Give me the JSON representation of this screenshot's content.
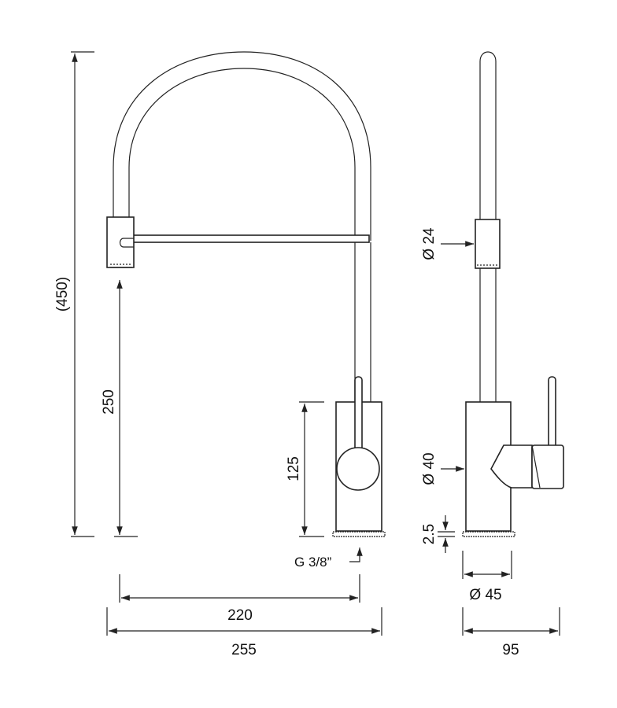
{
  "front_view": {
    "dim_total_height": "(450)",
    "dim_spout_height": "250",
    "dim_body_height": "125",
    "dim_reach": "220",
    "dim_total_depth": "255",
    "connection_label": "G 3/8”"
  },
  "side_view": {
    "dim_hose_diameter": "Ø 24",
    "dim_body_diameter": "Ø 40",
    "dim_base_thickness": "2.5",
    "dim_base_diameter": "Ø 45",
    "dim_width": "95"
  }
}
